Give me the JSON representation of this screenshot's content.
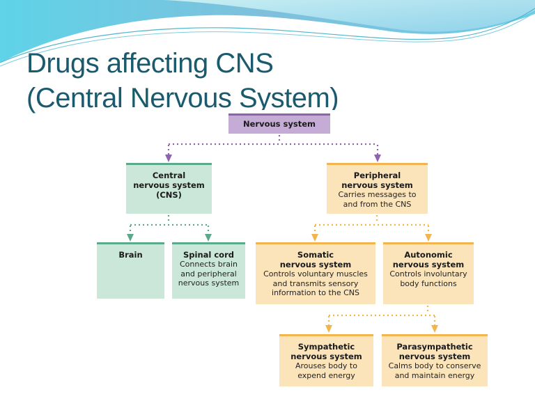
{
  "slide": {
    "title_line1": "Drugs affecting CNS",
    "title_line2": "(Central Nervous System)"
  },
  "diagram": {
    "root": {
      "heading": "Nervous system"
    },
    "cns": {
      "heading_line1": "Central",
      "heading_line2": "nervous system",
      "heading_line3": "(CNS)"
    },
    "brain": {
      "heading": "Brain"
    },
    "spinal_cord": {
      "heading": "Spinal cord",
      "desc_line1": "Connects brain",
      "desc_line2": "and peripheral",
      "desc_line3": "nervous system"
    },
    "pns": {
      "heading_line1": "Peripheral",
      "heading_line2": "nervous system",
      "desc_line1": "Carries messages to",
      "desc_line2": "and from the CNS"
    },
    "somatic": {
      "heading_line1": "Somatic",
      "heading_line2": "nervous system",
      "desc_line1": "Controls voluntary muscles",
      "desc_line2": "and transmits sensory",
      "desc_line3": "information to the CNS"
    },
    "autonomic": {
      "heading_line1": "Autonomic",
      "heading_line2": "nervous system",
      "desc_line1": "Controls involuntary",
      "desc_line2": "body functions"
    },
    "sympathetic": {
      "heading_line1": "Sympathetic",
      "heading_line2": "nervous system",
      "desc_line1": "Arouses body to",
      "desc_line2": "expend energy"
    },
    "parasympathetic": {
      "heading_line1": "Parasympathetic",
      "heading_line2": "nervous system",
      "desc_line1": "Calms body to conserve",
      "desc_line2": "and maintain energy"
    },
    "colors": {
      "root": "#c5acd7",
      "cns_branch": "#cbe7da",
      "pns_branch": "#fce4ba",
      "root_connector": "#8e63ad",
      "cns_connector": "#5aa98a",
      "pns_connector": "#f2b54d"
    }
  }
}
